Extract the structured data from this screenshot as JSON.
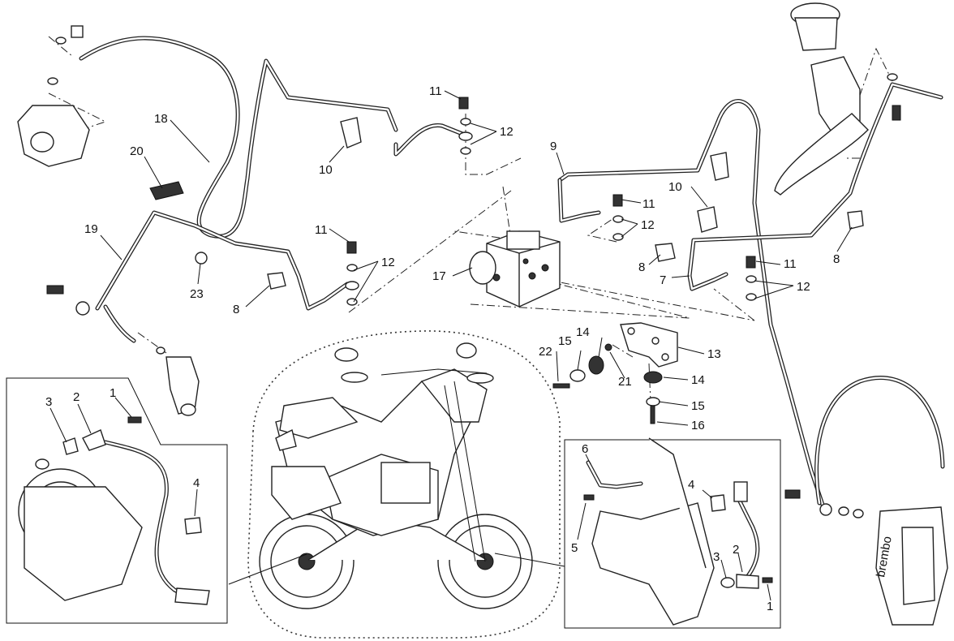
{
  "callouts": {
    "c1a": "1",
    "c2a": "2",
    "c3a": "3",
    "c4a": "4",
    "c5": "5",
    "c6": "6",
    "c7": "7",
    "c8a": "8",
    "c8b": "8",
    "c8c": "8",
    "c9": "9",
    "c10a": "10",
    "c10b": "10",
    "c11a": "11",
    "c11b": "11",
    "c11c": "11",
    "c11d": "11",
    "c12a": "12",
    "c12b": "12",
    "c12c": "12",
    "c12d": "12",
    "c13": "13",
    "c14a": "14",
    "c14b": "14",
    "c15a": "15",
    "c15b": "15",
    "c16": "16",
    "c17": "17",
    "c18": "18",
    "c19": "19",
    "c20": "20",
    "c21": "21",
    "c22": "22",
    "c23": "23",
    "c4b": "4",
    "c3b": "3",
    "c2b": "2",
    "c1b": "1"
  },
  "caliper_brand": "brembo"
}
